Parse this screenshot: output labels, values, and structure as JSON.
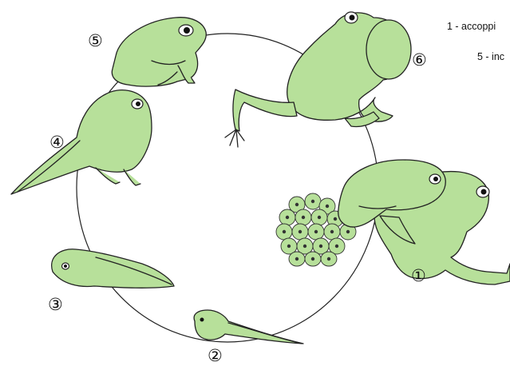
{
  "stages": [
    {
      "number": "①",
      "name": "adults-mating"
    },
    {
      "number": "②",
      "name": "tadpole-hatchling"
    },
    {
      "number": "③",
      "name": "tadpole-with-tail"
    },
    {
      "number": "④",
      "name": "tadpole-with-legs"
    },
    {
      "number": "⑤",
      "name": "froglet"
    },
    {
      "number": "⑥",
      "name": "adult-frog"
    }
  ],
  "captions": {
    "line1": "1 - accoppi",
    "line2": "5 - inc"
  },
  "colors": {
    "frog_fill": "#b7e09a",
    "outline": "#222222",
    "background": "#ffffff"
  }
}
